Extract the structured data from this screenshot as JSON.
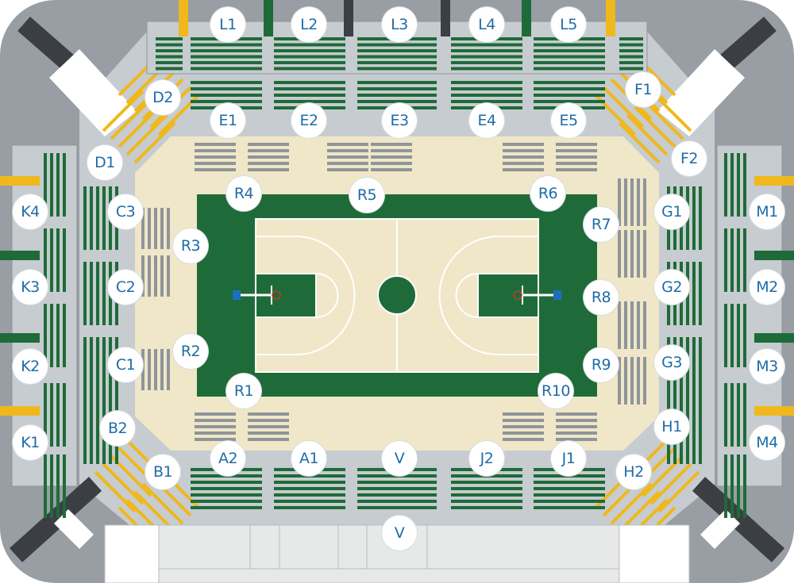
{
  "colors": {
    "outer": "#989ea3",
    "concourse": "#c6cccf",
    "floor": "#efe7c8",
    "court_green": "#1e6b39",
    "seat_green": "#1e6b39",
    "seat_yellow": "#efb81c",
    "seat_gray": "#8f9599",
    "tunnel": "#3b3f44",
    "label_text": "#1f6ca6",
    "hoop": "#1a6fc1"
  },
  "sections": {
    "L1": "L1",
    "L2": "L2",
    "L3": "L3",
    "L4": "L4",
    "L5": "L5",
    "E1": "E1",
    "E2": "E2",
    "E3": "E3",
    "E4": "E4",
    "E5": "E5",
    "D1": "D1",
    "D2": "D2",
    "F1": "F1",
    "F2": "F2",
    "K1": "K1",
    "K2": "K2",
    "K3": "K3",
    "K4": "K4",
    "C1": "C1",
    "C2": "C2",
    "C3": "C3",
    "M1": "M1",
    "M2": "M2",
    "M3": "M3",
    "M4": "M4",
    "G1": "G1",
    "G2": "G2",
    "G3": "G3",
    "B1": "B1",
    "B2": "B2",
    "H1": "H1",
    "H2": "H2",
    "A1": "A1",
    "A2": "A2",
    "J1": "J1",
    "J2": "J2",
    "V": "V",
    "V2": "V",
    "R1": "R1",
    "R2": "R2",
    "R3": "R3",
    "R4": "R4",
    "R5": "R5",
    "R6": "R6",
    "R7": "R7",
    "R8": "R8",
    "R9": "R9",
    "R10": "R10"
  }
}
